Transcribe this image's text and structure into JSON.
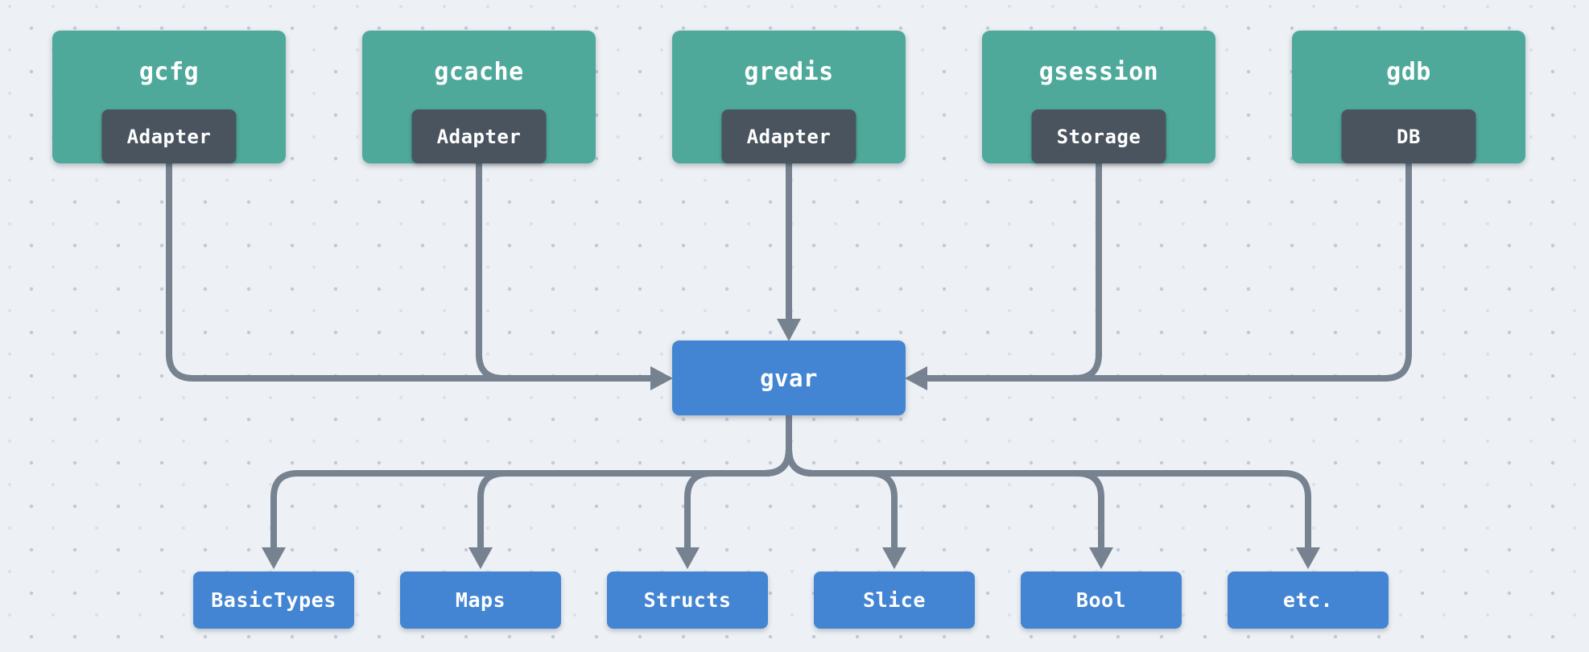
{
  "diagram": {
    "top_nodes": [
      {
        "title": "gcfg",
        "badge": "Adapter"
      },
      {
        "title": "gcache",
        "badge": "Adapter"
      },
      {
        "title": "gredis",
        "badge": "Adapter"
      },
      {
        "title": "gsession",
        "badge": "Storage"
      },
      {
        "title": "gdb",
        "badge": "DB"
      }
    ],
    "center_node": {
      "title": "gvar"
    },
    "bottom_nodes": [
      {
        "title": "BasicTypes"
      },
      {
        "title": "Maps"
      },
      {
        "title": "Structs"
      },
      {
        "title": "Slice"
      },
      {
        "title": "Bool"
      },
      {
        "title": "etc."
      }
    ],
    "colors": {
      "background": "#edf0f4",
      "dot_grid": "#c3cad7",
      "node_teal": "#4FA99B",
      "badge_slate": "#49545E",
      "node_blue": "#4385D2",
      "arrow_gray": "#76828F",
      "text": "#FFFFFF"
    }
  }
}
